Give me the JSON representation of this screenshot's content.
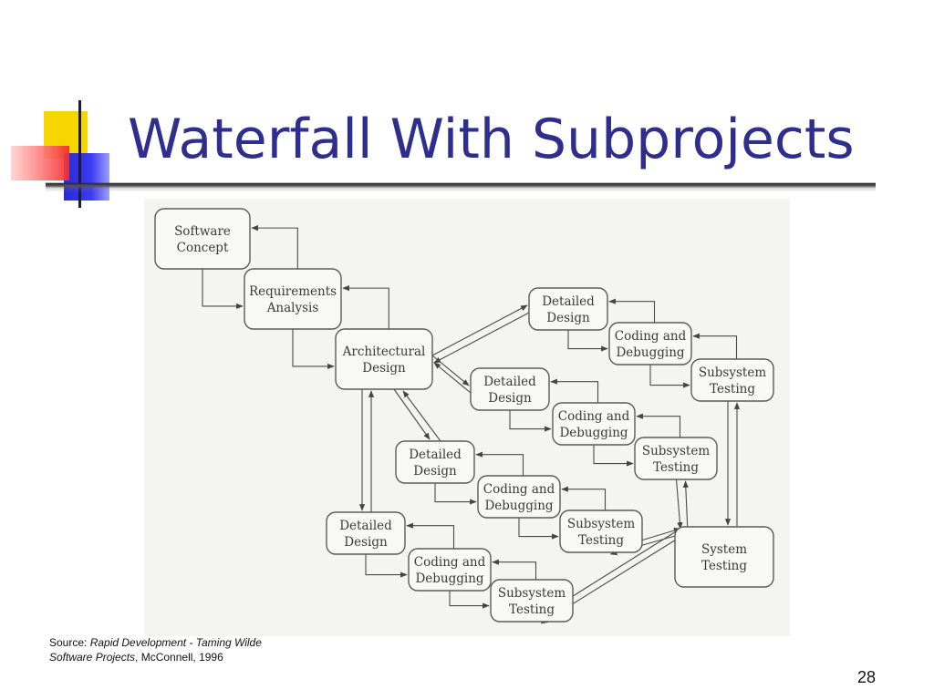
{
  "slide": {
    "title": "Waterfall With Subprojects",
    "page_number": "28"
  },
  "source": {
    "prefix": "Source: ",
    "book_line1": "Rapid Development - Taming Wilde",
    "book_line2": "Software Projects",
    "rest": ", McConnell, 1996"
  },
  "diagram": {
    "nodes": [
      {
        "id": "software-concept",
        "lines": [
          "Software",
          "Concept"
        ]
      },
      {
        "id": "requirements-analysis",
        "lines": [
          "Requirements",
          "Analysis"
        ]
      },
      {
        "id": "architectural-design",
        "lines": [
          "Architectural",
          "Design"
        ]
      },
      {
        "id": "detailed-design-1",
        "lines": [
          "Detailed",
          "Design"
        ]
      },
      {
        "id": "coding-debugging-1",
        "lines": [
          "Coding and",
          "Debugging"
        ]
      },
      {
        "id": "subsystem-testing-1",
        "lines": [
          "Subsystem",
          "Testing"
        ]
      },
      {
        "id": "detailed-design-2",
        "lines": [
          "Detailed",
          "Design"
        ]
      },
      {
        "id": "coding-debugging-2",
        "lines": [
          "Coding and",
          "Debugging"
        ]
      },
      {
        "id": "subsystem-testing-2",
        "lines": [
          "Subsystem",
          "Testing"
        ]
      },
      {
        "id": "detailed-design-3",
        "lines": [
          "Detailed",
          "Design"
        ]
      },
      {
        "id": "coding-debugging-3",
        "lines": [
          "Coding and",
          "Debugging"
        ]
      },
      {
        "id": "subsystem-testing-3",
        "lines": [
          "Subsystem",
          "Testing"
        ]
      },
      {
        "id": "detailed-design-4",
        "lines": [
          "Detailed",
          "Design"
        ]
      },
      {
        "id": "coding-debugging-4",
        "lines": [
          "Coding and",
          "Debugging"
        ]
      },
      {
        "id": "subsystem-testing-4",
        "lines": [
          "Subsystem",
          "Testing"
        ]
      },
      {
        "id": "system-testing",
        "lines": [
          "System",
          "Testing"
        ]
      }
    ],
    "edges": [
      {
        "from": "software-concept",
        "to": "requirements-analysis",
        "bidirectional": true
      },
      {
        "from": "requirements-analysis",
        "to": "architectural-design",
        "bidirectional": true
      },
      {
        "from": "architectural-design",
        "to": "detailed-design-1",
        "bidirectional": true
      },
      {
        "from": "architectural-design",
        "to": "detailed-design-2",
        "bidirectional": true
      },
      {
        "from": "architectural-design",
        "to": "detailed-design-3",
        "bidirectional": true
      },
      {
        "from": "architectural-design",
        "to": "detailed-design-4",
        "bidirectional": true
      },
      {
        "from": "detailed-design-1",
        "to": "coding-debugging-1",
        "bidirectional": true
      },
      {
        "from": "coding-debugging-1",
        "to": "subsystem-testing-1",
        "bidirectional": true
      },
      {
        "from": "detailed-design-2",
        "to": "coding-debugging-2",
        "bidirectional": true
      },
      {
        "from": "coding-debugging-2",
        "to": "subsystem-testing-2",
        "bidirectional": true
      },
      {
        "from": "detailed-design-3",
        "to": "coding-debugging-3",
        "bidirectional": true
      },
      {
        "from": "coding-debugging-3",
        "to": "subsystem-testing-3",
        "bidirectional": true
      },
      {
        "from": "detailed-design-4",
        "to": "coding-debugging-4",
        "bidirectional": true
      },
      {
        "from": "coding-debugging-4",
        "to": "subsystem-testing-4",
        "bidirectional": true
      },
      {
        "from": "subsystem-testing-1",
        "to": "system-testing",
        "bidirectional": true
      },
      {
        "from": "subsystem-testing-2",
        "to": "system-testing",
        "bidirectional": true
      },
      {
        "from": "subsystem-testing-3",
        "to": "system-testing",
        "bidirectional": true
      },
      {
        "from": "subsystem-testing-4",
        "to": "system-testing",
        "bidirectional": true
      }
    ]
  }
}
